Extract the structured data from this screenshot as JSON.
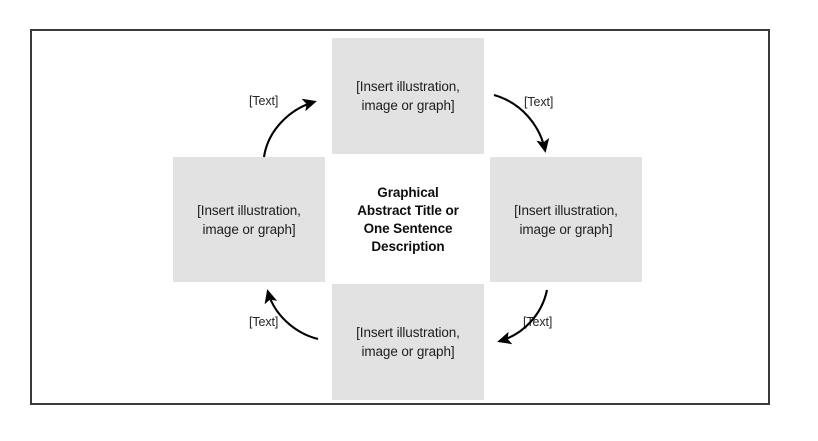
{
  "diagram": {
    "title": "Graphical\nAbstract Title or\nOne Sentence\nDescription",
    "placeholder_text": "[Insert illustration,\nimage or graph]",
    "boxes": [
      {
        "position": "top",
        "label": "[Insert illustration,\nimage or graph]"
      },
      {
        "position": "right",
        "label": "[Insert illustration,\nimage or graph]"
      },
      {
        "position": "bottom",
        "label": "[Insert illustration,\nimage or graph]"
      },
      {
        "position": "left",
        "label": "[Insert illustration,\nimage or graph]"
      }
    ],
    "arrows": [
      {
        "id": "top-left",
        "label": "[Text]",
        "from": "left-box",
        "to": "top-box"
      },
      {
        "id": "top-right",
        "label": "[Text]",
        "from": "top-box",
        "to": "right-box"
      },
      {
        "id": "bottom-right",
        "label": "[Text]",
        "from": "right-box",
        "to": "bottom-box"
      },
      {
        "id": "bottom-left",
        "label": "[Text]",
        "from": "bottom-box",
        "to": "left-box"
      }
    ],
    "colors": {
      "box_fill": "#e2e2e2",
      "frame_border": "#3a3a3a",
      "text": "#1d1d1d",
      "arrow": "#000000",
      "background": "#ffffff"
    }
  }
}
